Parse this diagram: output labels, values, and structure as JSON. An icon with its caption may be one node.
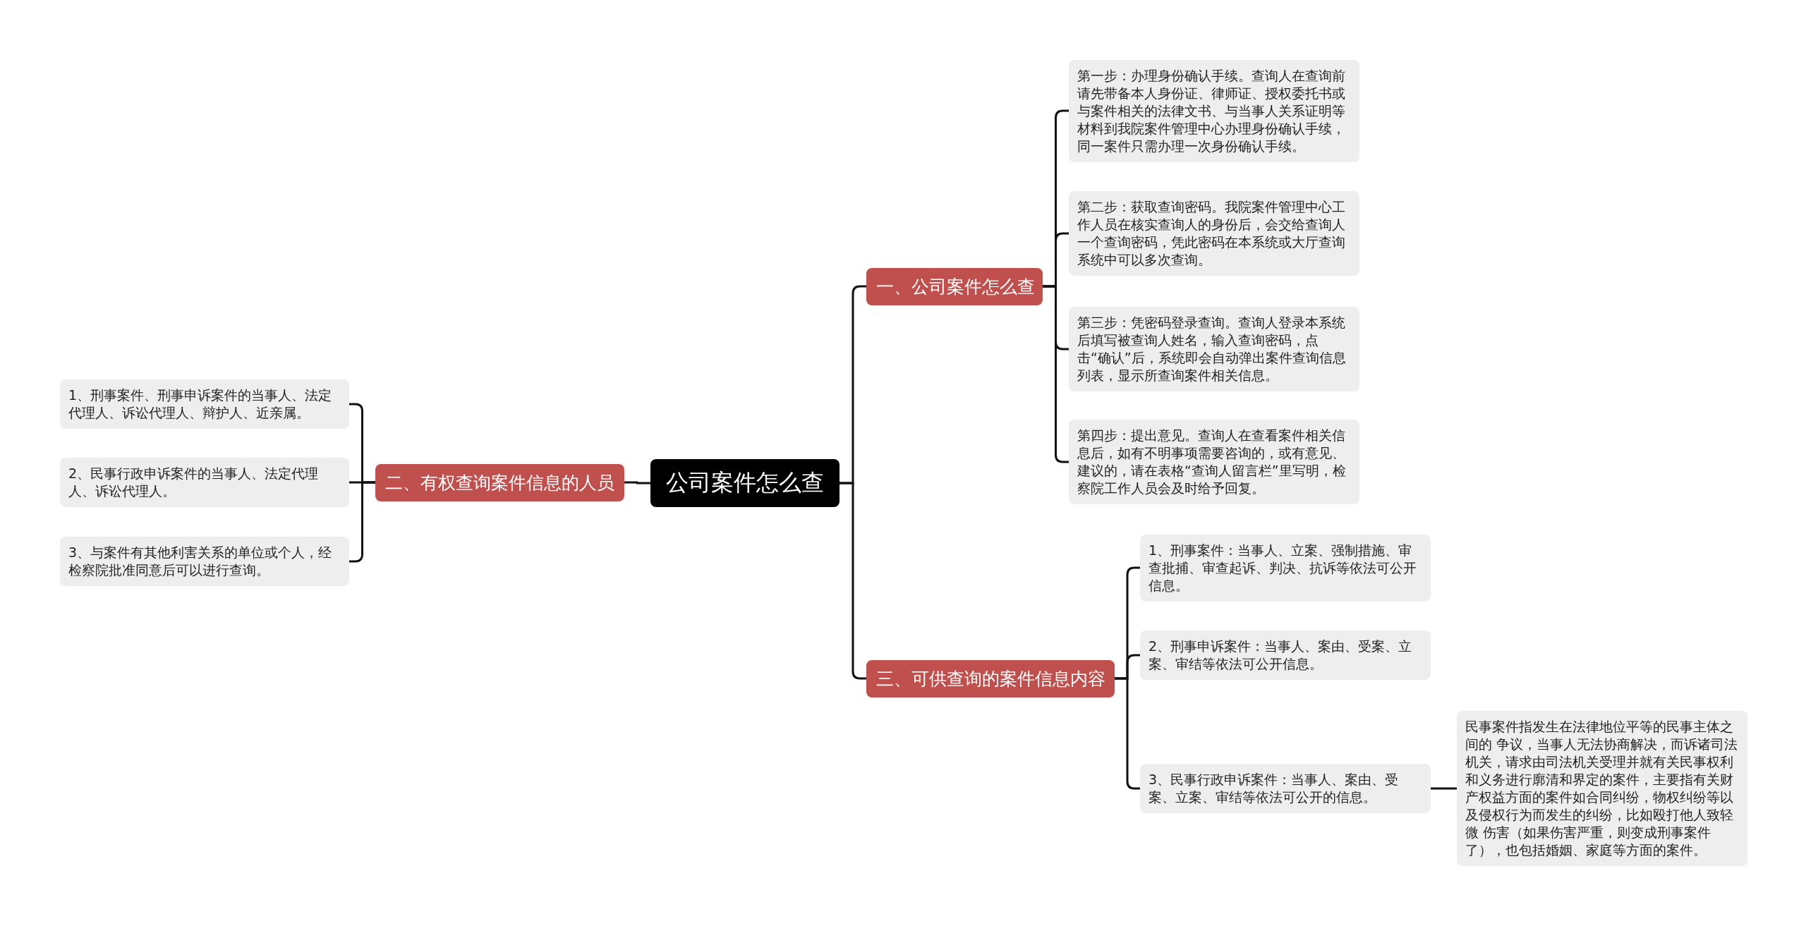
{
  "diagram": {
    "nodes": [
      {
        "text": [
          "公司案件怎么查"
        ]
      },
      {
        "text": [
          "一、公司案件怎么查"
        ]
      },
      {
        "text": [
          "第一步：办理身份确认手续。查询人在查询前请先带备本人身份证、律师证、授权委托书或与案件相关的法律文书、与当事人关系证明等材料到我院案件管理中心办理身份确认手续，同一案件只需办理一次身份确认手续。"
        ]
      },
      {
        "text": [
          "第二步：获取查询密码。我院案件管理中心工作人员在核实查询人的身份后，会交给查询人一个查询密码，凭此密码在本系统或大厅查询系统中可以多次查询。"
        ]
      },
      {
        "text": [
          "第三步：凭密码登录查询。查询人登录本系统后填写被查询人姓名，输入查询密码，点击“确认”后，系统即会自动弹出案件查询信息列表，显示所查询案件相关信息。"
        ]
      },
      {
        "text": [
          "第四步：提出意见。查询人在查看案件相关信息后，如有不明事项需要咨询的，或有意见、建议的，请在表格“查询人留言栏”里写明，检察院工作人员会及时给予回复。"
        ]
      },
      {
        "text": [
          "二、有权查询案件信息的人员"
        ]
      },
      {
        "text": [
          "1、刑事案件、刑事申诉案件的当事人、法定代理人、诉讼代理人、辩护人、近亲属。"
        ]
      },
      {
        "text": [
          "2、民事行政申诉案件的当事人、法定代理人、诉讼代理人。"
        ]
      },
      {
        "text": [
          "3、与案件有其他利害关系的单位或个人，经检察院批准同意后可以进行查询。"
        ]
      },
      {
        "text": [
          "三、可供查询的案件信息内容"
        ]
      },
      {
        "text": [
          "1、刑事案件：当事人、立案、强制措施、审查批捕、审查起诉、判决、抗诉等依法可公开信息。"
        ]
      },
      {
        "text": [
          "2、刑事申诉案件：当事人、案由、受案、立案、审结等依法可公开信息。"
        ]
      },
      {
        "text": [
          "3、民事行政申诉案件：当事人、案由、受案、立案、审结等依法可公开的信息。"
        ]
      },
      {
        "text": [
          "民事案件指发生在法律地位平等的民事主体之间的 争议，当事人无法协商解决，而诉诸司法机关，请求由司法机关受理并就有关民事权利和义务进行廓清和界定的案件，主要指有关财产权益方面的案件如合同纠纷，物权纠纷等以及侵权行为而发生的纠纷，比如殴打他人致轻微 伤害（如果伤害严重，则变成刑事案件了），也包括婚姻、家庭等方面的案件。"
        ]
      }
    ],
    "edges": [
      {
        "from": 0,
        "to": 1,
        "arrow": "none"
      },
      {
        "from": 1,
        "to": 2,
        "arrow": "none"
      },
      {
        "from": 1,
        "to": 3,
        "arrow": "none"
      },
      {
        "from": 1,
        "to": 4,
        "arrow": "none"
      },
      {
        "from": 1,
        "to": 5,
        "arrow": "none"
      },
      {
        "from": 0,
        "to": 6,
        "arrow": "none"
      },
      {
        "from": 6,
        "to": 7,
        "arrow": "none"
      },
      {
        "from": 6,
        "to": 8,
        "arrow": "none"
      },
      {
        "from": 6,
        "to": 9,
        "arrow": "none"
      },
      {
        "from": 0,
        "to": 10,
        "arrow": "none"
      },
      {
        "from": 10,
        "to": 11,
        "arrow": "none"
      },
      {
        "from": 10,
        "to": 12,
        "arrow": "none"
      },
      {
        "from": 10,
        "to": 13,
        "arrow": "none"
      },
      {
        "from": 13,
        "to": 14,
        "arrow": "none"
      }
    ]
  }
}
